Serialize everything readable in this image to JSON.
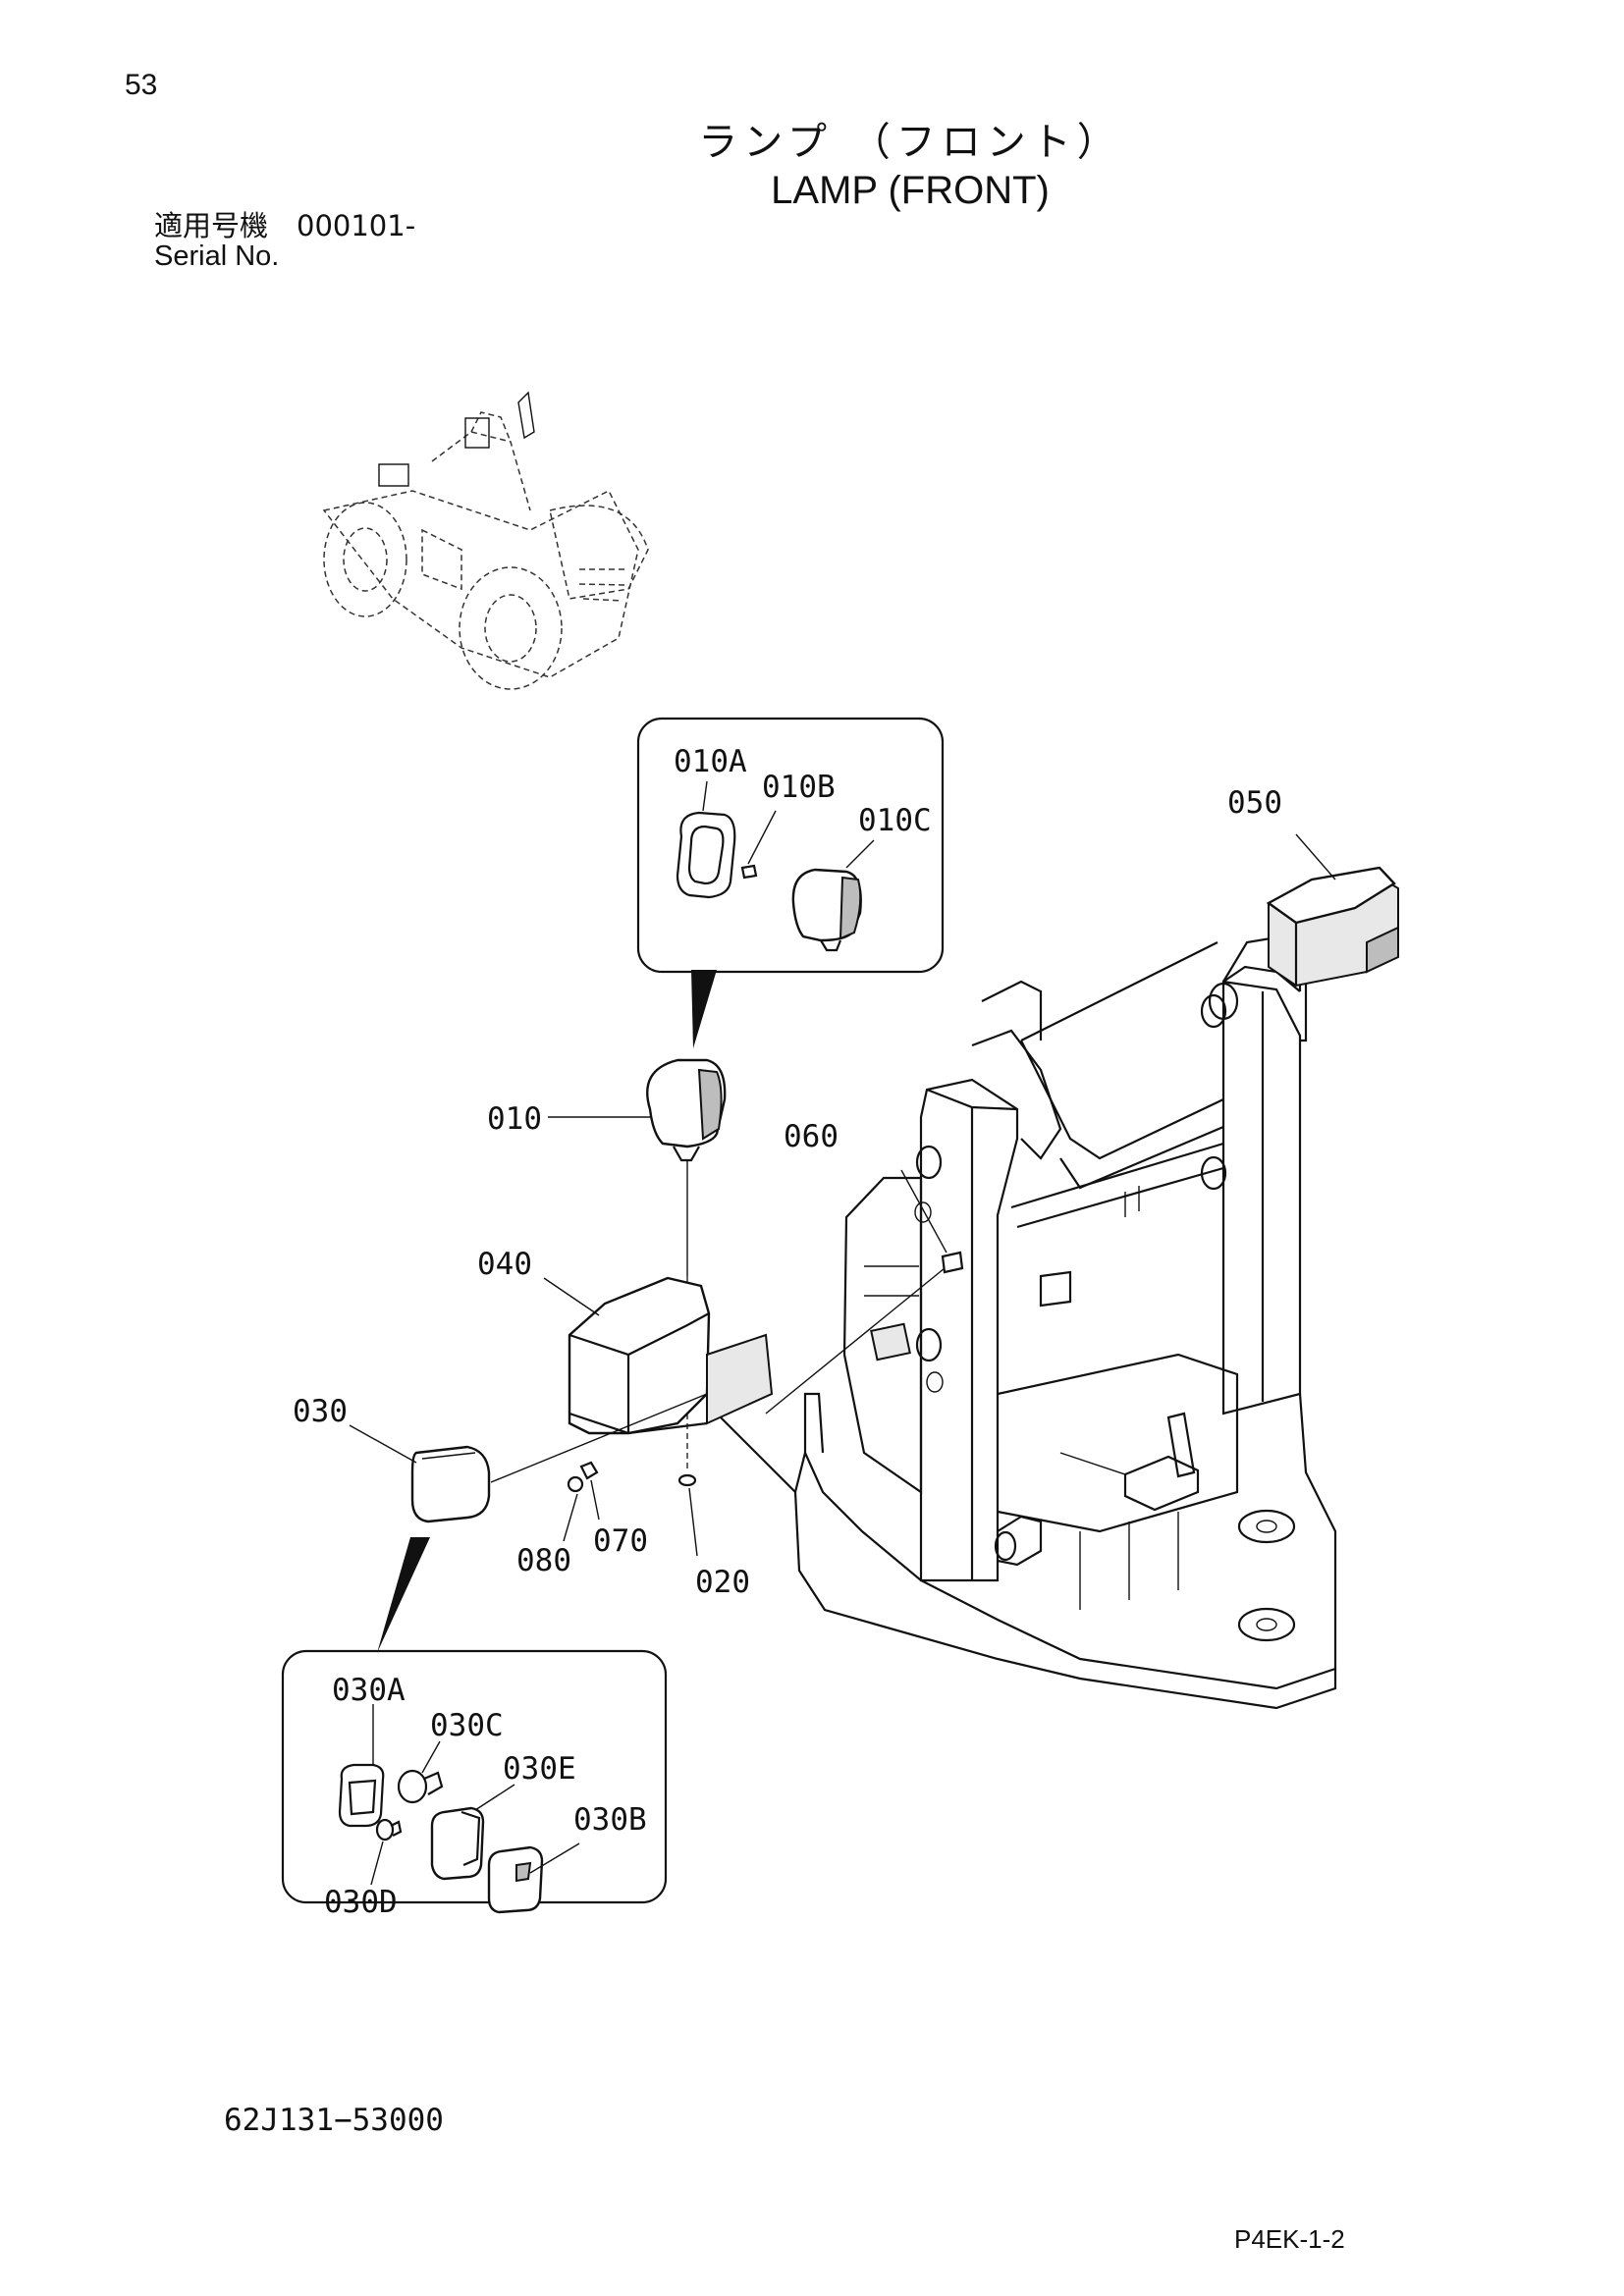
{
  "header": {
    "page_number": "53",
    "title_jp": "ランプ （フロント）",
    "title_en": "LAMP (FRONT)",
    "serial_label_jp": "適用号機　000101-",
    "serial_label_en": "Serial No."
  },
  "callouts": {
    "c010A": "010A",
    "c010B": "010B",
    "c010C": "010C",
    "c050": "050",
    "c010": "010",
    "c060": "060",
    "c040": "040",
    "c030": "030",
    "c080": "080",
    "c070": "070",
    "c020": "020",
    "c030A": "030A",
    "c030C": "030C",
    "c030E": "030E",
    "c030B": "030B",
    "c030D": "030D"
  },
  "footer": {
    "doc_code": "62J131−53000",
    "page_code": "P4EK-1-2"
  }
}
